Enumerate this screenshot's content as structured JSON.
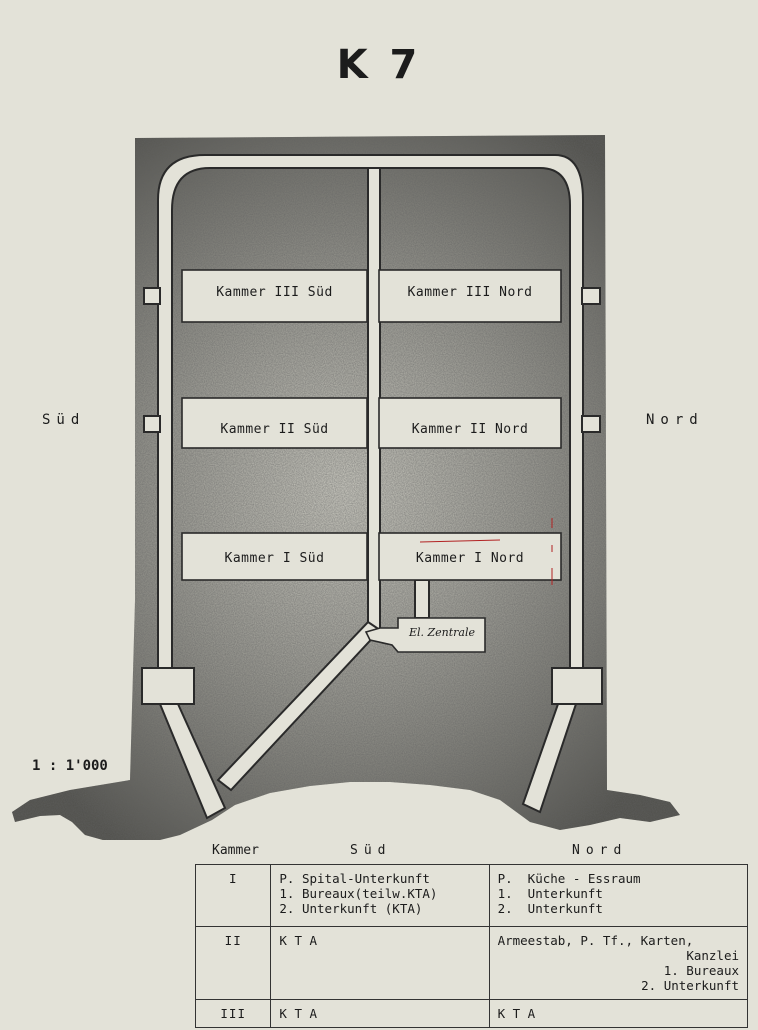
{
  "title": "K 7",
  "labels": {
    "sud": "Süd",
    "nord": "Nord",
    "scale": "1 : 1'000",
    "zentrale": "El. Zentrale"
  },
  "chambers": [
    {
      "name_sud": "Kammer III Süd",
      "name_nord": "Kammer III Nord"
    },
    {
      "name_sud": "Kammer II Süd",
      "name_nord": "Kammer II Nord"
    },
    {
      "name_sud": "Kammer I Süd",
      "name_nord": "Kammer I Nord"
    }
  ],
  "legend": {
    "header_kammer": "Kammer",
    "header_sud": "Süd",
    "header_nord": "Nord",
    "rows": [
      {
        "num": "I",
        "sud": [
          "P. Spital-Unterkunft",
          "1. Bureaux(teilw.KTA)",
          "2. Unterkunft (KTA)"
        ],
        "nord": [
          "P.  Küche - Essraum",
          "1.  Unterkunft",
          "2.  Unterkunft"
        ]
      },
      {
        "num": "II",
        "sud": [
          "K T A"
        ],
        "nord": [
          "Armeestab, P. Tf., Karten,",
          "Kanzlei",
          "1. Bureaux",
          "2. Unterkunft"
        ]
      },
      {
        "num": "III",
        "sud": [
          "K T A"
        ],
        "nord": [
          "K T A"
        ]
      }
    ]
  }
}
